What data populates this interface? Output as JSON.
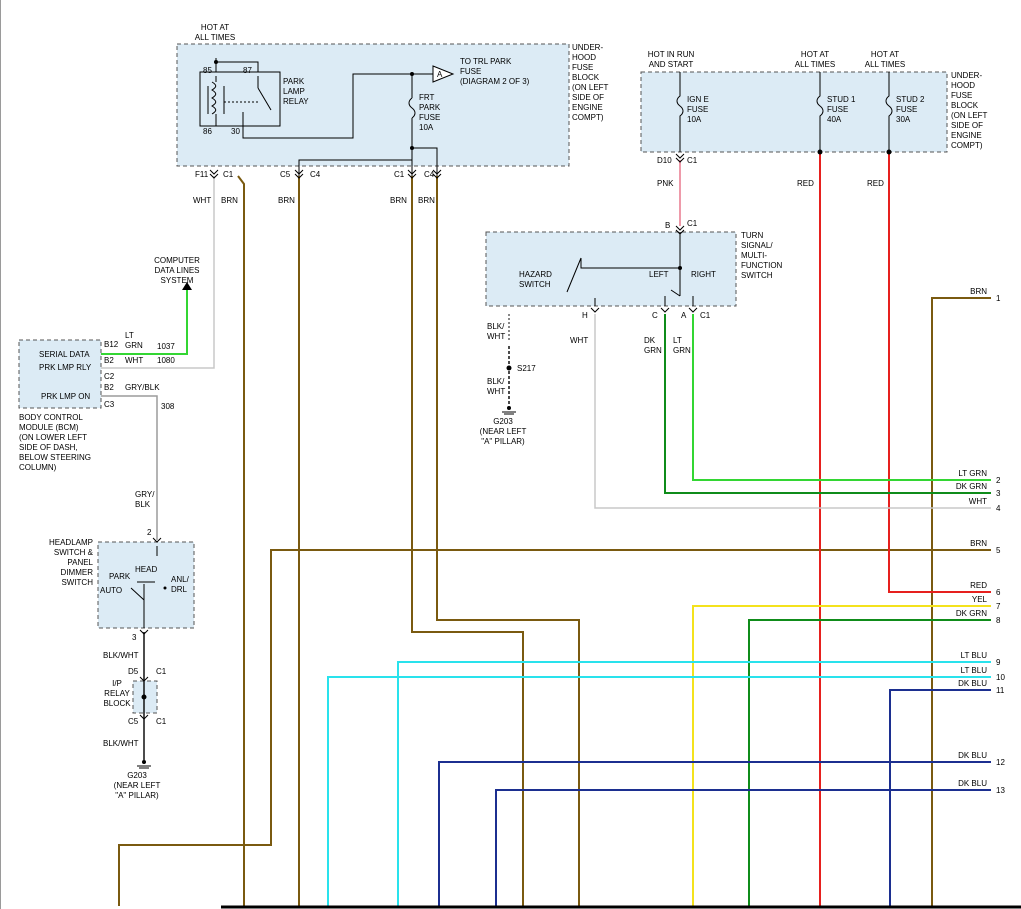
{
  "colors": {
    "BRN": "#7a5a10",
    "WHT": "#c8c8c8",
    "GRN": "#33d633",
    "LTGRN": "#33d633",
    "DKGRN": "#0f8c1a",
    "GRY": "#9c9c9c",
    "BLK": "#111111",
    "PNK": "#ee9aaa",
    "RED": "#e6201e",
    "YEL": "#f4e21c",
    "LTBLU": "#29e2ec",
    "DKBLU": "#1c2f90"
  },
  "fuse_block_top": {
    "hot_label": "HOT AT ALL TIMES",
    "pins": {
      "p85": "85",
      "p87": "87",
      "p86": "86",
      "p30": "30"
    },
    "relay": "PARK LAMP RELAY",
    "trl_label": "TO TRL PARK FUSE (DIAGRAM 2 OF 3)",
    "trl_conn": "A",
    "fuse": "FRT PARK FUSE 10A",
    "block": "UNDER- HOOD FUSE BLOCK (ON LEFT SIDE OF ENGINE COMPT)",
    "connectors": [
      "F11",
      "C1",
      "C5",
      "C4",
      "C1",
      "C4"
    ]
  },
  "fuse_block_right": {
    "hot_run": "HOT IN RUN AND START",
    "hot1": "HOT AT ALL TIMES",
    "hot2": "HOT AT ALL TIMES",
    "fuse_ign": "IGN E FUSE 10A",
    "fuse_stud1": "STUD 1 FUSE 40A",
    "fuse_stud2": "STUD 2 FUSE 30A",
    "block": "UNDER- HOOD FUSE BLOCK (ON LEFT SIDE OF ENGINE COMPT)",
    "connectors": [
      "D10",
      "C1"
    ]
  },
  "turn_switch": {
    "conn_pin": "B",
    "conn": "C1",
    "hazard": "HAZARD SWITCH",
    "left": "LEFT",
    "right": "RIGHT",
    "label": "TURN SIGNAL/ MULTI- FUNCTION SWITCH",
    "pins": [
      "H",
      "C",
      "A",
      "C1"
    ]
  },
  "bcm": {
    "serial": "SERIAL DATA",
    "prk_rly": "PRK LMP RLY",
    "prk_on": "PRK LMP ON",
    "pins": [
      "B12",
      "B2",
      "C2",
      "B2",
      "C3"
    ],
    "label": "BODY CONTROL MODULE (BCM) (ON LOWER LEFT SIDE OF DASH, BELOW STEERING COLUMN)"
  },
  "computer": "COMPUTER DATA LINES SYSTEM",
  "headlamp": {
    "label": "HEADLAMP SWITCH & PANEL DIMMER SWITCH",
    "park": "PARK",
    "head": "HEAD",
    "auto": "AUTO",
    "anl": "ANL/ DRL",
    "pin_top": "2",
    "pin_bottom": "3"
  },
  "ip_block": {
    "label": "I/P RELAY BLOCK",
    "pins": [
      "D5",
      "C1",
      "C5",
      "C1"
    ]
  },
  "grounds": {
    "g203a": "G203 (NEAR LEFT \"A\" PILLAR)",
    "g203b": "G203 (NEAR LEFT \"A\" PILLAR)",
    "s217": "S217"
  },
  "wire_labels": {
    "wht": "WHT",
    "brn": "BRN",
    "brn_a": "BRN",
    "brn_b": "BRN",
    "brn_c": "BRN",
    "ltgrn": "LT GRN",
    "c1037": "1037",
    "c1080": "1080",
    "wht2": "WHT",
    "grybk": "GRY/BLK",
    "c308": "308",
    "grybk2": "GRY/ BLK",
    "blkwht1": "BLK/WHT",
    "blkwht2": "BLK/WHT",
    "blkwht3": "BLK/ WHT",
    "blkwht4": "BLK/ WHT",
    "pnk": "PNK",
    "red1": "RED",
    "red2": "RED",
    "wht3": "WHT",
    "dkgrn": "DK GRN",
    "ltgrn2": "LT GRN"
  },
  "outputs": [
    {
      "num": "1",
      "color": "BRN"
    },
    {
      "num": "2",
      "color": "LT GRN"
    },
    {
      "num": "3",
      "color": "DK GRN"
    },
    {
      "num": "4",
      "color": "WHT"
    },
    {
      "num": "5",
      "color": "BRN"
    },
    {
      "num": "6",
      "color": "RED"
    },
    {
      "num": "7",
      "color": "YEL"
    },
    {
      "num": "8",
      "color": "DK GRN"
    },
    {
      "num": "9",
      "color": "LT BLU"
    },
    {
      "num": "10",
      "color": "LT BLU"
    },
    {
      "num": "11",
      "color": "DK BLU"
    },
    {
      "num": "12",
      "color": "DK BLU"
    },
    {
      "num": "13",
      "color": "DK BLU"
    }
  ]
}
